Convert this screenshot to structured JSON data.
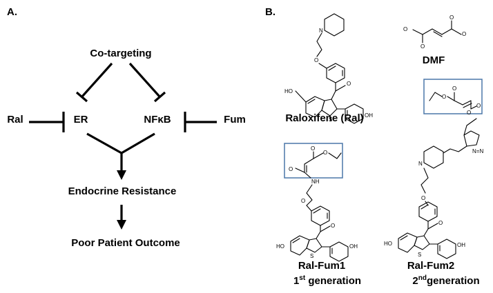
{
  "panel_a": {
    "label": "A.",
    "cotargeting": "Co-targeting",
    "ral": "Ral",
    "er": "ER",
    "nfkb": "NFκB",
    "fum": "Fum",
    "endocrine": "Endocrine Resistance",
    "outcome": "Poor Patient Outcome"
  },
  "panel_b": {
    "label": "B.",
    "dmf": "DMF",
    "raloxifene": "Raloxifene (Ral)",
    "ralfum1": "Ral-Fum1",
    "ralfum1_gen_num": "1",
    "ralfum1_gen_sup": "st",
    "ralfum1_gen_word": " generation",
    "ralfum2": "Ral-Fum2",
    "ralfum2_gen_num": "2",
    "ralfum2_gen_sup": "nd",
    "ralfum2_gen_word": "generation",
    "atoms": {
      "N": "N",
      "O": "O",
      "S": "S",
      "HO": "HO",
      "OH": "OH",
      "NH": "NH",
      "N_eq": "N=N"
    }
  },
  "colors": {
    "box": "#4a77a8",
    "ink": "#000000"
  }
}
